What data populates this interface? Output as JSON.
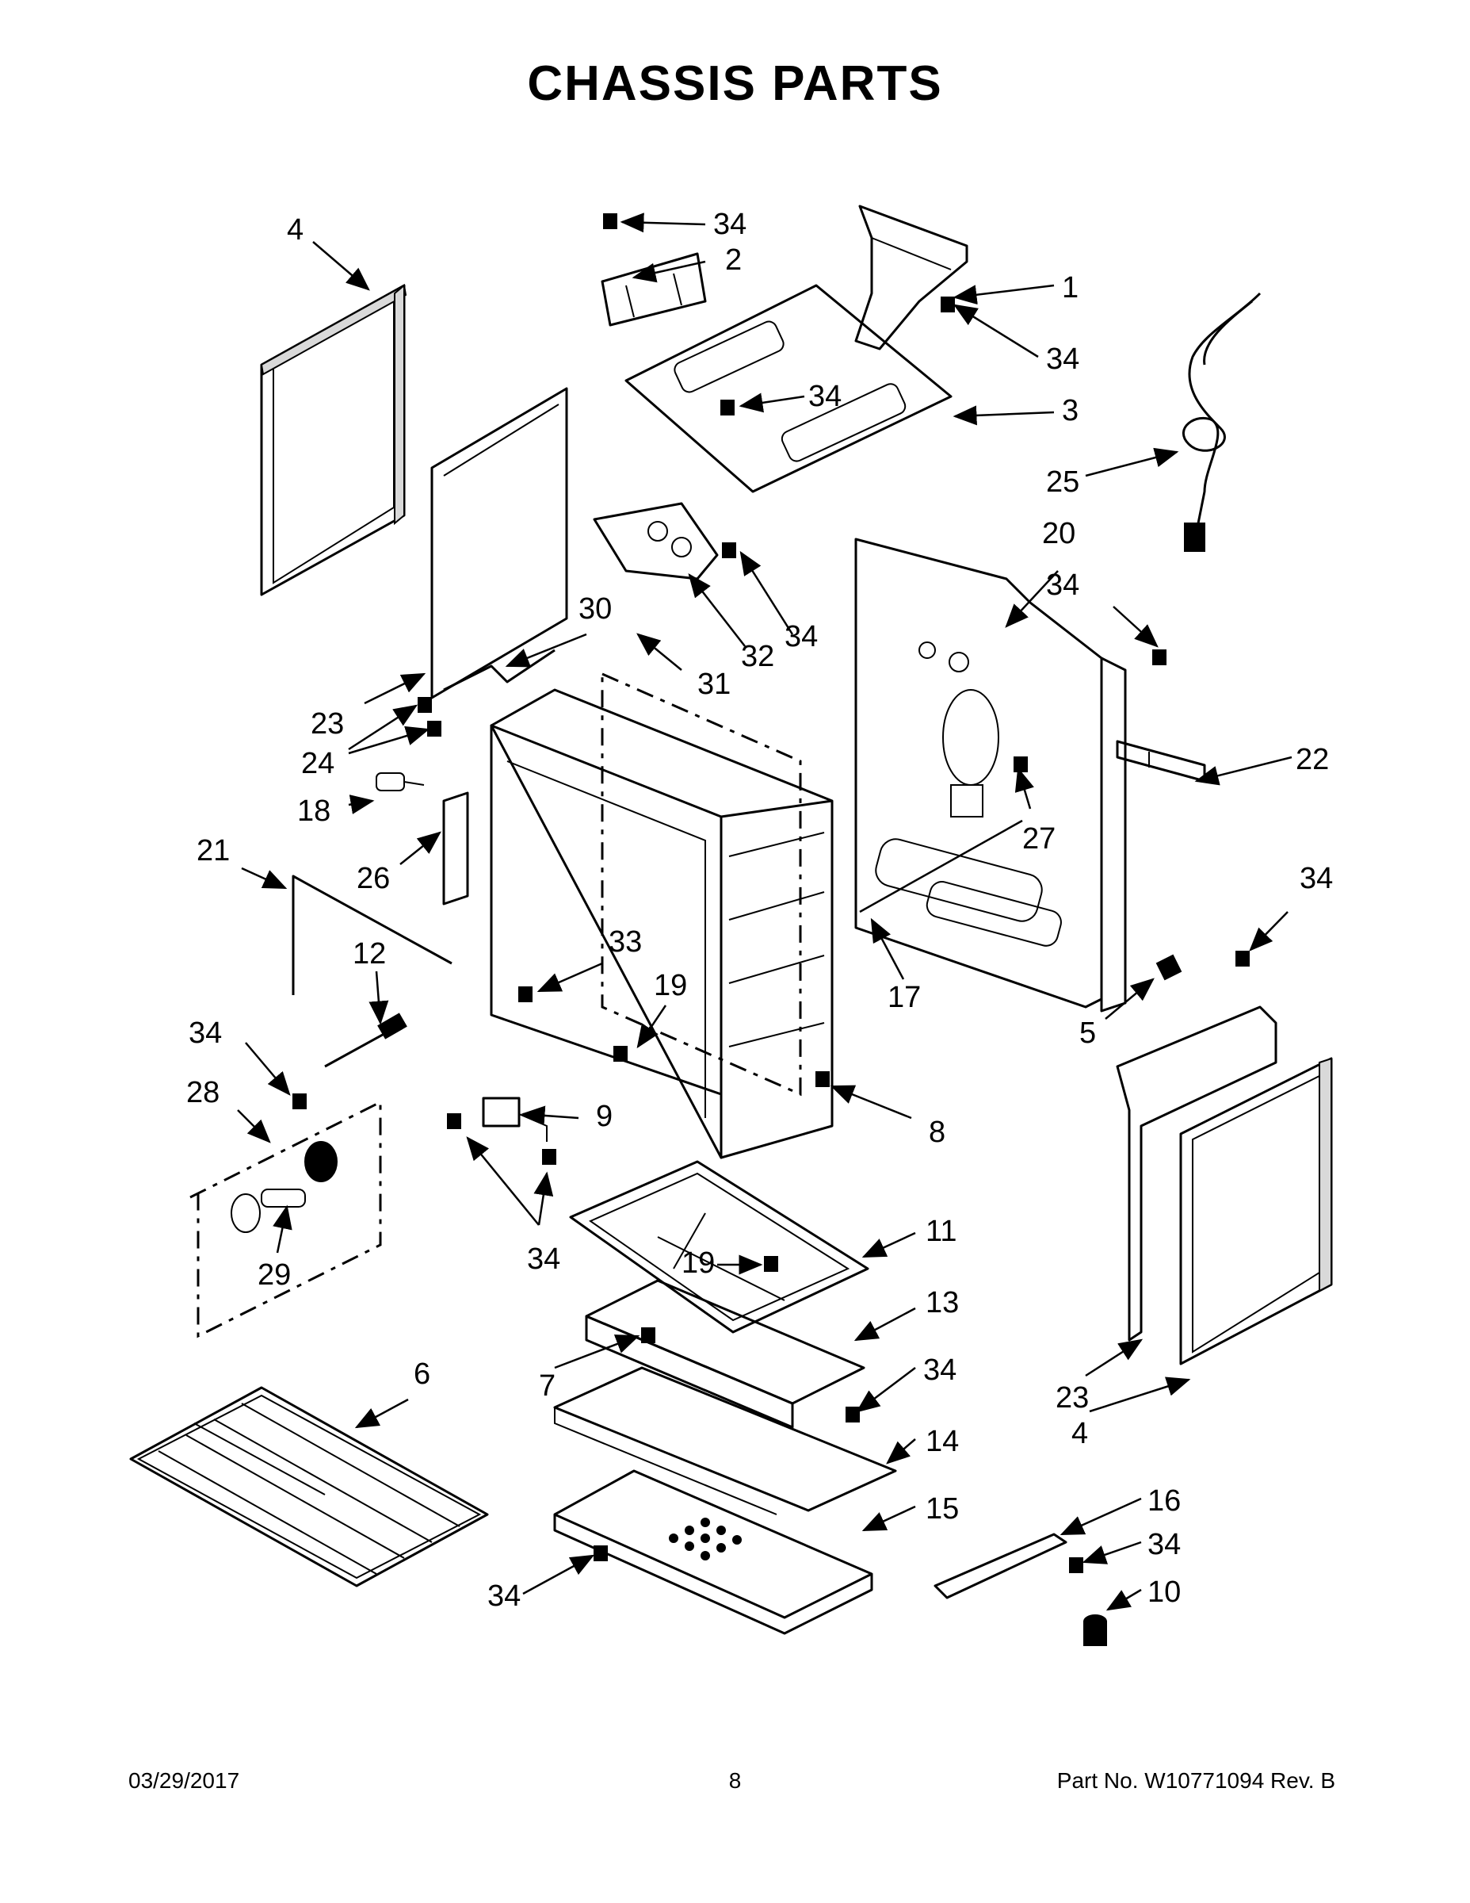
{
  "page": {
    "title": "CHASSIS PARTS",
    "footer": {
      "date": "03/29/2017",
      "page_number": "8",
      "part_number": "Part No.  W10771094  Rev.  B"
    }
  },
  "callouts": [
    "34",
    "2",
    "1",
    "34",
    "3",
    "34",
    "4",
    "25",
    "20",
    "34",
    "34",
    "32",
    "30",
    "31",
    "23",
    "24",
    "22",
    "18",
    "27",
    "21",
    "26",
    "34",
    "33",
    "17",
    "12",
    "19",
    "5",
    "34",
    "8",
    "28",
    "9",
    "11",
    "29",
    "34",
    "19",
    "13",
    "6",
    "7",
    "34",
    "23",
    "4",
    "14",
    "15",
    "16",
    "34",
    "10",
    "34"
  ]
}
